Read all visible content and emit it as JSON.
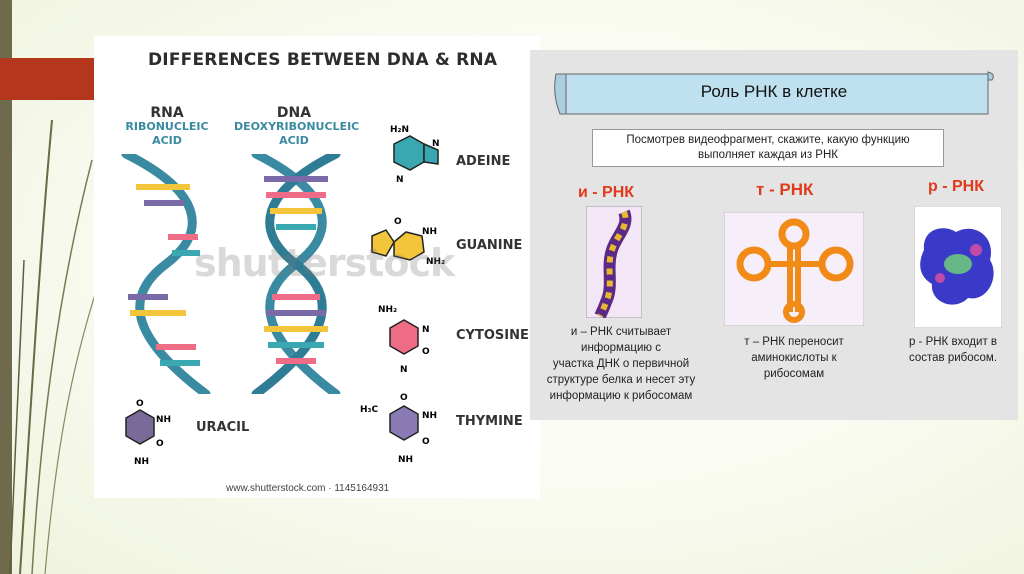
{
  "dna_figure": {
    "title": "DIFFERENCES BETWEEN DNA & RNA",
    "rna_heading": "RNA",
    "rna_subheading_1": "RIBONUCLEIC",
    "rna_subheading_2": "ACID",
    "dna_heading": "DNA",
    "dna_subheading_1": "DEOXYRIBONUCLEIC",
    "dna_subheading_2": "ACID",
    "bases": {
      "adenine": "ADEINE",
      "guanine": "GUANINE",
      "cytosine": "CYTOSINE",
      "thymine": "THYMINE",
      "uracil": "URACIL"
    },
    "watermark": "shutterstock",
    "credit": "www.shutterstock.com · 1145164931",
    "colors": {
      "helix": "#3a8aa2",
      "pink": "#ee6c86",
      "yellow": "#f2c53a",
      "purple": "#7a6aa8",
      "teal": "#3aa8b0"
    }
  },
  "rna_slide": {
    "title": "Роль РНК в клетке",
    "question_line1": "Посмотрев видеофрагмент, скажите, какую функцию",
    "question_line2": "выполняет каждая из РНК",
    "mrna_label": "и - РНК",
    "trna_label": "т - РНК",
    "rrna_label": "р - РНК",
    "mrna_desc": [
      "и – РНК считывает",
      "информацию с",
      "участка ДНК о первичной",
      "структуре белка и несет эту",
      "информацию к рибосомам"
    ],
    "trna_desc": [
      "т – РНК переносит",
      "аминокислоты к",
      "рибосомам"
    ],
    "rrna_desc": [
      "р - РНК входит в",
      "состав рибосом."
    ],
    "colors": {
      "label_red": "#e03a1a",
      "banner": "#bfe0ee"
    }
  }
}
